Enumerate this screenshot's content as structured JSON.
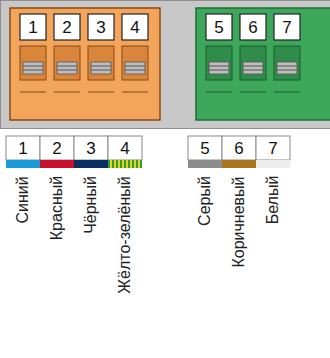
{
  "diagram": {
    "labels": [
      "1",
      "2",
      "3",
      "4",
      "5",
      "6",
      "7",
      "1",
      "2",
      "3",
      "4",
      "5",
      "6",
      "7"
    ],
    "legend": [
      {
        "text": "Синий",
        "color": "#1a9ad9"
      },
      {
        "text": "Красный",
        "color": "#c8102e"
      },
      {
        "text": "Чёрный",
        "color": "#0b2f63"
      },
      {
        "text": "Жёлто-зелёный"
      },
      {
        "text": "Серый",
        "color": "#8c8c8c"
      },
      {
        "text": "Коричневый",
        "color": "#a87420"
      },
      {
        "text": "Белый",
        "color": "#ececec"
      }
    ]
  }
}
